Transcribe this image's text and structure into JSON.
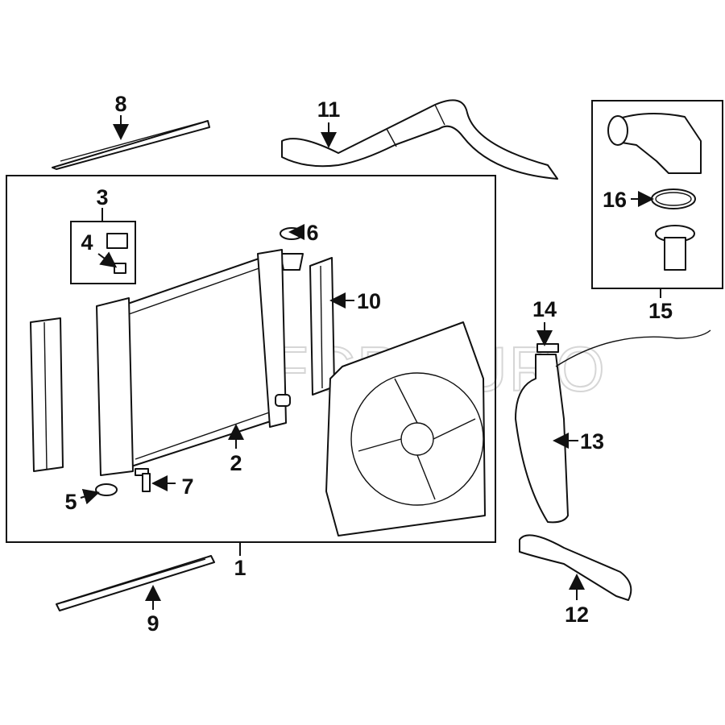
{
  "watermark": "FCP EURO",
  "callouts": {
    "c1": "1",
    "c2": "2",
    "c3": "3",
    "c4": "4",
    "c5": "5",
    "c6": "6",
    "c7": "7",
    "c8": "8",
    "c9": "9",
    "c10": "10",
    "c11": "11",
    "c12": "12",
    "c13": "13",
    "c14": "14",
    "c15": "15",
    "c16": "16"
  }
}
